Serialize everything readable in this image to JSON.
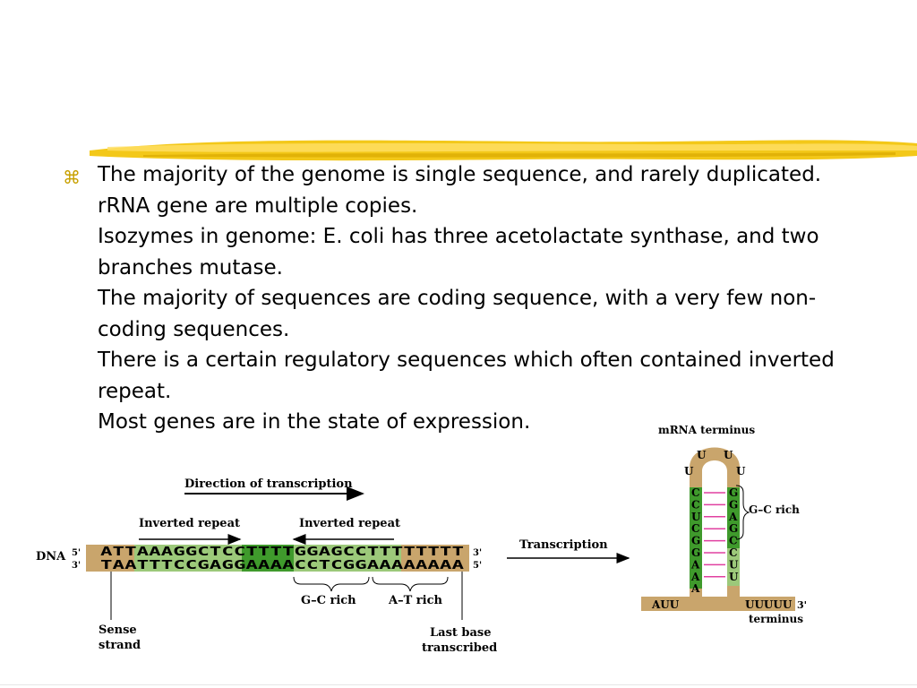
{
  "body": {
    "bullet_icon": "place-of-interest-icon",
    "lines": [
      "The majority of the genome is single sequence, and rarely duplicated.",
      "rRNA gene are multiple copies.",
      "Isozymes in genome: E. coli has three acetolactate synthase, and two branches mutase.",
      "The majority of sequences are coding sequence, with a very few non-coding sequences.",
      "There is a certain regulatory sequences which often contained inverted repeat.",
      "Most genes are in the state of expression."
    ]
  },
  "diagram": {
    "direction_label": "Direction of transcription",
    "inverted_repeat_left": "Inverted repeat",
    "inverted_repeat_right": "Inverted repeat",
    "dna_label": "DNA",
    "five_prime": "5'",
    "three_prime": "3'",
    "top_strand": "ATTAAAGGCTCCTTTTGGAGCCTTTTTTTT",
    "bottom_strand": "TAATTTCCGAGGAAAACCTCGGAAAAAAAA",
    "gc_rich_label": "G–C rich",
    "at_rich_label": "A–T rich",
    "sense_strand_label": [
      "Sense",
      "strand"
    ],
    "last_base_label": [
      "Last base",
      "transcribed"
    ],
    "transcription_label": "Transcription",
    "mrna_terminus_label": "mRNA terminus",
    "hairpin_loop": [
      "U",
      "U",
      "U",
      "U"
    ],
    "hairpin_left": [
      "C",
      "C",
      "U",
      "C",
      "G",
      "G",
      "A",
      "A",
      "A"
    ],
    "hairpin_right": [
      "G",
      "G",
      "A",
      "G",
      "C",
      "C",
      "U",
      "U"
    ],
    "hairpin_gc_label": "G–C rich",
    "tail_left": "AUU",
    "tail_right": "UUUUU",
    "terminus_3": "3'",
    "terminus_label": "terminus",
    "colors": {
      "highlight": "#f2c200",
      "tan": "#c9a56c",
      "green_light": "#9cc97a",
      "green_dark": "#3f9a2c",
      "pair_line": "#e040a0"
    }
  }
}
